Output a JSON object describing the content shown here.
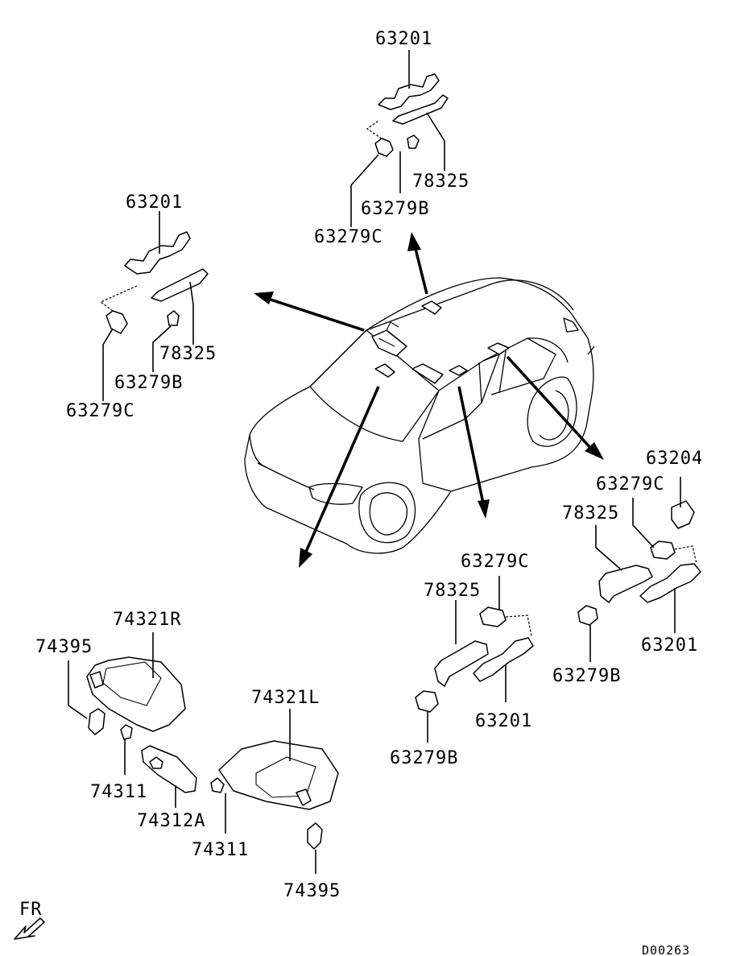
{
  "labels": {
    "top_63201": "63201",
    "top_78325": "78325",
    "top_63279B": "63279B",
    "top_63279C": "63279C",
    "left_63201": "63201",
    "left_78325": "78325",
    "left_63279B": "63279B",
    "left_63279C": "63279C",
    "right_63204": "63204",
    "right_63279C": "63279C",
    "right_78325": "78325",
    "right_63201": "63201",
    "right_63279B": "63279B",
    "mid_63279C": "63279C",
    "mid_78325": "78325",
    "mid_63201": "63201",
    "mid_63279B": "63279B",
    "visor_74321R": "74321R",
    "visor_74395_left": "74395",
    "visor_74311_left": "74311",
    "visor_74312A": "74312A",
    "visor_74321L": "74321L",
    "visor_74311_right": "74311",
    "visor_74395_bottom": "74395"
  },
  "footer": {
    "orientation": "FR",
    "diagram_code": "D00263"
  },
  "icons": {
    "orientation": "fr-arrow-icon"
  }
}
